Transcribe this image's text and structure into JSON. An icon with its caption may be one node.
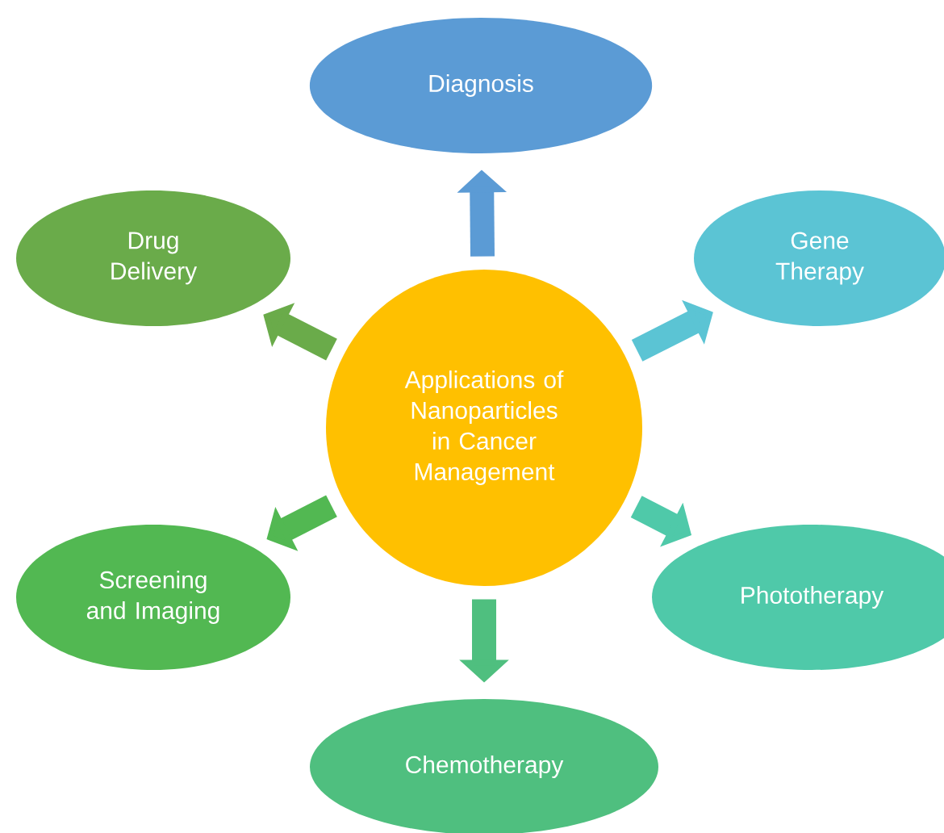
{
  "diagram": {
    "nodes": [
      {
        "text": [
          "Applications of Nanoparticles in Cancer Management"
        ]
      },
      {
        "text": [
          "Diagnosis"
        ]
      },
      {
        "text": [
          "Gene Therapy"
        ]
      },
      {
        "text": [
          "Phototherapy"
        ]
      },
      {
        "text": [
          "Chemotherapy"
        ]
      },
      {
        "text": [
          "Screening and Imaging"
        ]
      },
      {
        "text": [
          "Drug Delivery"
        ]
      }
    ],
    "edges": [
      {
        "from": 0,
        "to": 1,
        "arrow": "to",
        "color": "#5b9bd5"
      },
      {
        "from": 0,
        "to": 2,
        "arrow": "to",
        "color": "#5bc4d4"
      },
      {
        "from": 0,
        "to": 3,
        "arrow": "to",
        "color": "#4fc9a9"
      },
      {
        "from": 0,
        "to": 4,
        "arrow": "to",
        "color": "#4fbf7f"
      },
      {
        "from": 0,
        "to": 5,
        "arrow": "to",
        "color": "#52b852"
      },
      {
        "from": 0,
        "to": 6,
        "arrow": "to",
        "color": "#6aab4a"
      }
    ]
  }
}
